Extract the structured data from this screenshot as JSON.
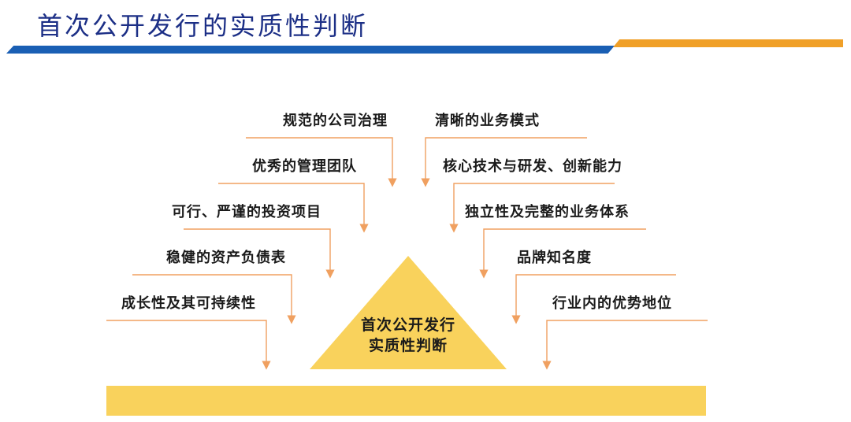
{
  "title": "首次公开发行的实质性判断",
  "center": {
    "line1": "首次公开发行",
    "line2": "实质性判断"
  },
  "left_items": [
    "规范的公司治理",
    "优秀的管理团队",
    "可行、严谨的投资项目",
    "稳健的资产负债表",
    "成长性及其可持续性"
  ],
  "right_items": [
    "清晰的业务模式",
    "核心技术与研发、创新能力",
    "独立性及完整的业务体系",
    "品牌知名度",
    "行业内的优势地位"
  ],
  "colors": {
    "title": "#1c2f86",
    "bar_blue": "#1a5fb4",
    "bar_orange": "#f0a028",
    "connector": "#f0a060",
    "triangle": "#f9d25c",
    "base": "#f9d25c"
  }
}
